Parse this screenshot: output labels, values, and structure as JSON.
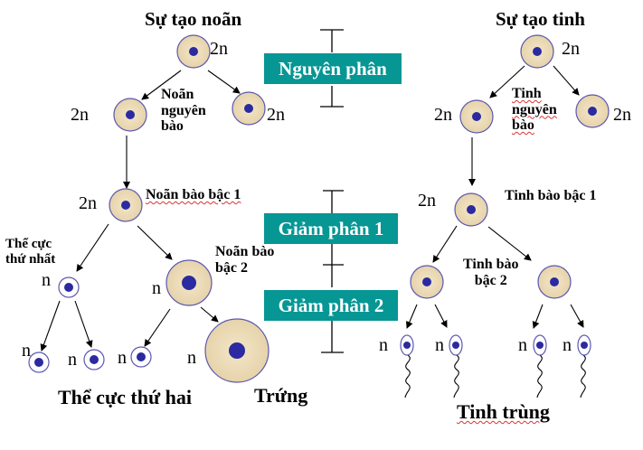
{
  "colors": {
    "phase_box": "#069694",
    "phase_text": "#ffffff",
    "cell_fill": "#ecdcb8",
    "cell_border": "#5b58b0",
    "nucleus": "#2b2aa0",
    "arrow": "#000000"
  },
  "oogenesis": {
    "title": "Sự tạo noãn",
    "oogonium_label": [
      "Noãn",
      "nguyên",
      "bào"
    ],
    "primary_oocyte_label": "Noãn bào bậc 1",
    "secondary_oocyte_label": [
      "Noãn bào",
      "bậc 2"
    ],
    "first_polar_body_label": [
      "Thể cực",
      "thứ nhất"
    ],
    "second_polar_body_label": "Thể cực thứ hai",
    "egg_label": "Trứng",
    "ploidy": {
      "root": "2n",
      "oogonium_left": "2n",
      "oogonium_right": "2n",
      "primary": "2n",
      "first_polar": "n",
      "secondary": "n",
      "polar_a": "n",
      "polar_b": "n",
      "polar_c": "n",
      "egg": "n"
    }
  },
  "spermatogenesis": {
    "title": "Sự tạo tinh",
    "spermatogonium_label": [
      "Tinh",
      "nguyên",
      "bào"
    ],
    "primary_spermatocyte_label": "Tinh bào bậc 1",
    "secondary_spermatocyte_label": [
      "Tinh bào",
      "bậc 2"
    ],
    "sperm_label": "Tinh trùng",
    "ploidy": {
      "root": "2n",
      "spermatogonium_left": "2n",
      "spermatogonium_right": "2n",
      "primary": "2n",
      "sperm_1": "n",
      "sperm_2": "n",
      "sperm_3": "n",
      "sperm_4": "n"
    }
  },
  "phases": {
    "mitosis": "Nguyên phân",
    "meiosis1": "Giảm phân 1",
    "meiosis2": "Giảm phân 2"
  }
}
